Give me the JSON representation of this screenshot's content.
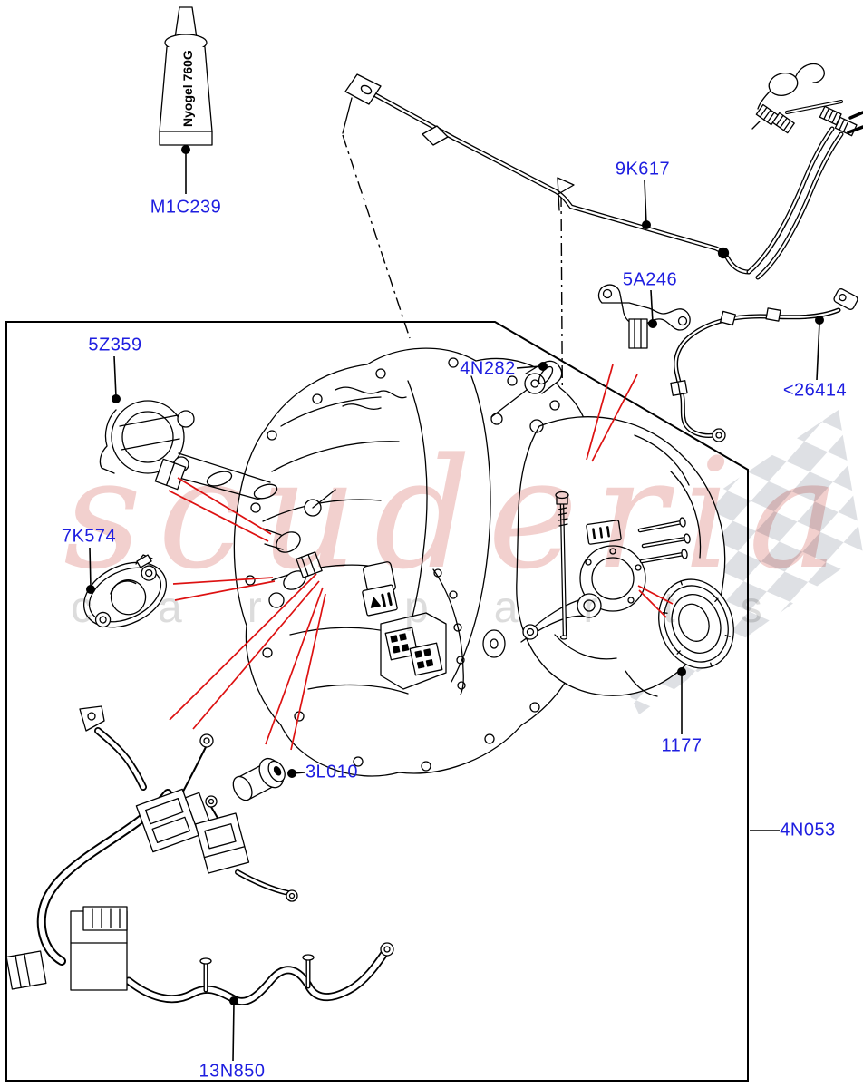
{
  "parts": {
    "m1c239": "M1C239",
    "9k617": "9K617",
    "5a246": "5A246",
    "26414": "<26414",
    "5z359": "5Z359",
    "4n282": "4N282",
    "7k574": "7K574",
    "3l010": "3L010",
    "1177": "1177",
    "4n053": "4N053",
    "13n850": "13N850"
  },
  "tube": {
    "label": "Nyogel 760G"
  },
  "watermark": {
    "line1": "scuderia",
    "line2": "car parts"
  },
  "colors": {
    "part_label_blue": "#1e1ee0",
    "callout_red": "#dd1111",
    "line_art_black": "#000000",
    "watermark_pink": "#e8a9a6",
    "watermark_gray": "#d9d9d9",
    "checker_gray": "#d8dbdf"
  }
}
